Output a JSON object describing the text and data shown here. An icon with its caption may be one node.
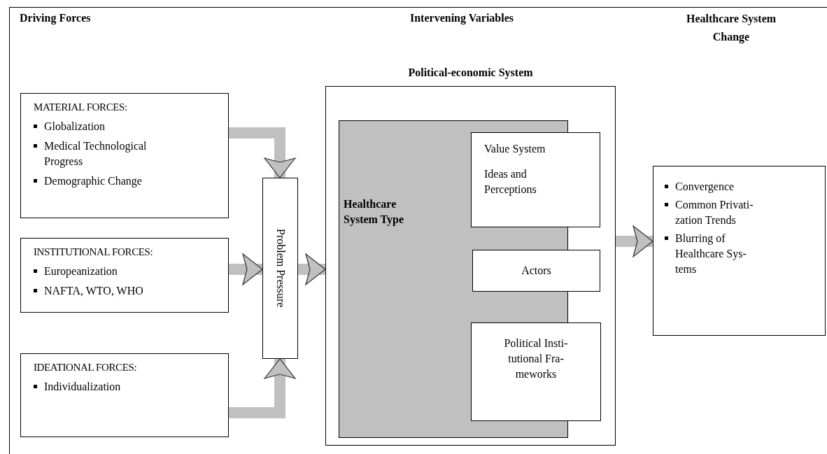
{
  "diagram": {
    "nodes": [
      {
        "text": [
          "MATERIAL FORCES:",
          "Globalization",
          "Medical Technological Progress",
          "Demographic Change"
        ]
      },
      {
        "text": [
          "INSTITUTIONAL FORCES:",
          "Europeanization",
          "NAFTA, WTO, WHO"
        ]
      },
      {
        "text": [
          "IDEATIONAL FORCES:",
          "Individualization"
        ]
      },
      {
        "text": [
          "Problem Pressure"
        ]
      },
      {
        "text": [
          "Political-economic System"
        ]
      },
      {
        "text": [
          "Healthcare System Type"
        ],
        "in": 4
      },
      {
        "text": [
          "Value System",
          "Ideas and Perceptions"
        ],
        "in": 4
      },
      {
        "text": [
          "Actors"
        ],
        "in": 4
      },
      {
        "text": [
          "Political Insti-tutional Fra-meworks"
        ],
        "in": 4
      },
      {
        "text": [
          "Convergence",
          "Common Privati-zation Trends",
          "Blurring of Healthcare Sys-tems"
        ]
      }
    ],
    "edges": [
      {
        "from": 0,
        "to": 3,
        "arrow": "to"
      },
      {
        "from": 1,
        "to": 3,
        "arrow": "to"
      },
      {
        "from": 2,
        "to": 3,
        "arrow": "to"
      },
      {
        "from": 3,
        "to": 4,
        "arrow": "to"
      },
      {
        "from": 4,
        "to": 9,
        "arrow": "to"
      }
    ],
    "labels": [
      "Driving Forces",
      "Intervening Variables",
      "Healthcare System Change"
    ]
  }
}
